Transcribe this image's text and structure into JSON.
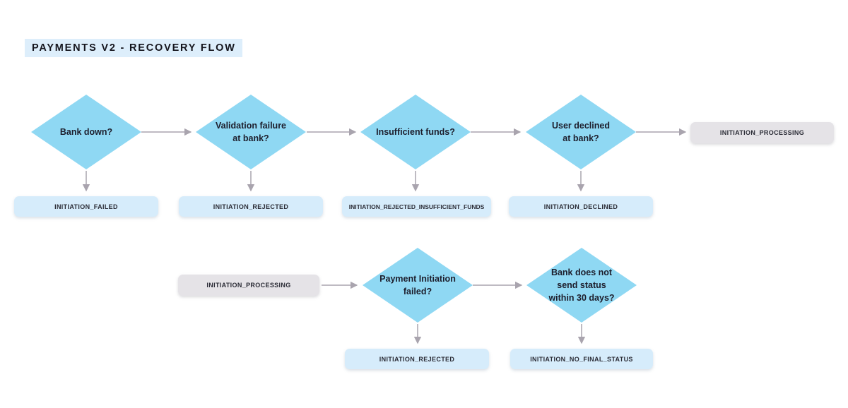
{
  "title": "PAYMENTS V2 - RECOVERY FLOW",
  "decisions": [
    {
      "id": "bank-down",
      "label": "Bank down?"
    },
    {
      "id": "validation-failure",
      "label": "Validation failure\nat bank?"
    },
    {
      "id": "insufficient-funds",
      "label": "Insufficient funds?"
    },
    {
      "id": "user-declined",
      "label": "User declined\nat bank?"
    },
    {
      "id": "payment-initiation-failed",
      "label": "Payment Initiation\nfailed?"
    },
    {
      "id": "no-status-30-days",
      "label": "Bank does not\nsend status\nwithin 30 days?"
    }
  ],
  "statuses": [
    {
      "id": "initiation-failed",
      "label": "INITIATION_FAILED"
    },
    {
      "id": "initiation-rejected",
      "label": "INITIATION_REJECTED"
    },
    {
      "id": "initiation-rejected-insufficient-funds",
      "label": "INITIATION_REJECTED_INSUFFICIENT_FUNDS"
    },
    {
      "id": "initiation-declined",
      "label": "INITIATION_DECLINED"
    },
    {
      "id": "initiation-rejected-2",
      "label": "INITIATION_REJECTED"
    },
    {
      "id": "initiation-no-final-status",
      "label": "INITIATION_NO_FINAL_STATUS"
    }
  ],
  "processes": [
    {
      "id": "initiation-processing-top",
      "label": "INITIATION_PROCESSING"
    },
    {
      "id": "initiation-processing-bottom",
      "label": "INITIATION_PROCESSING"
    }
  ],
  "edges": [
    {
      "from": "bank-down",
      "to": "validation-failure"
    },
    {
      "from": "validation-failure",
      "to": "insufficient-funds"
    },
    {
      "from": "insufficient-funds",
      "to": "user-declined"
    },
    {
      "from": "user-declined",
      "to": "initiation-processing-top"
    },
    {
      "from": "bank-down",
      "to": "initiation-failed"
    },
    {
      "from": "validation-failure",
      "to": "initiation-rejected"
    },
    {
      "from": "insufficient-funds",
      "to": "initiation-rejected-insufficient-funds"
    },
    {
      "from": "user-declined",
      "to": "initiation-declined"
    },
    {
      "from": "initiation-processing-bottom",
      "to": "payment-initiation-failed"
    },
    {
      "from": "payment-initiation-failed",
      "to": "no-status-30-days"
    },
    {
      "from": "payment-initiation-failed",
      "to": "initiation-rejected-2"
    },
    {
      "from": "no-status-30-days",
      "to": "initiation-no-final-status"
    }
  ],
  "colors": {
    "decision_fill": "#8FD8F3",
    "status_fill": "#D6ECFB",
    "process_fill": "#E5E3E7",
    "arrow": "#A9A4AE",
    "title_bg": "#DDEEFB",
    "text": "#1D1E2C"
  }
}
